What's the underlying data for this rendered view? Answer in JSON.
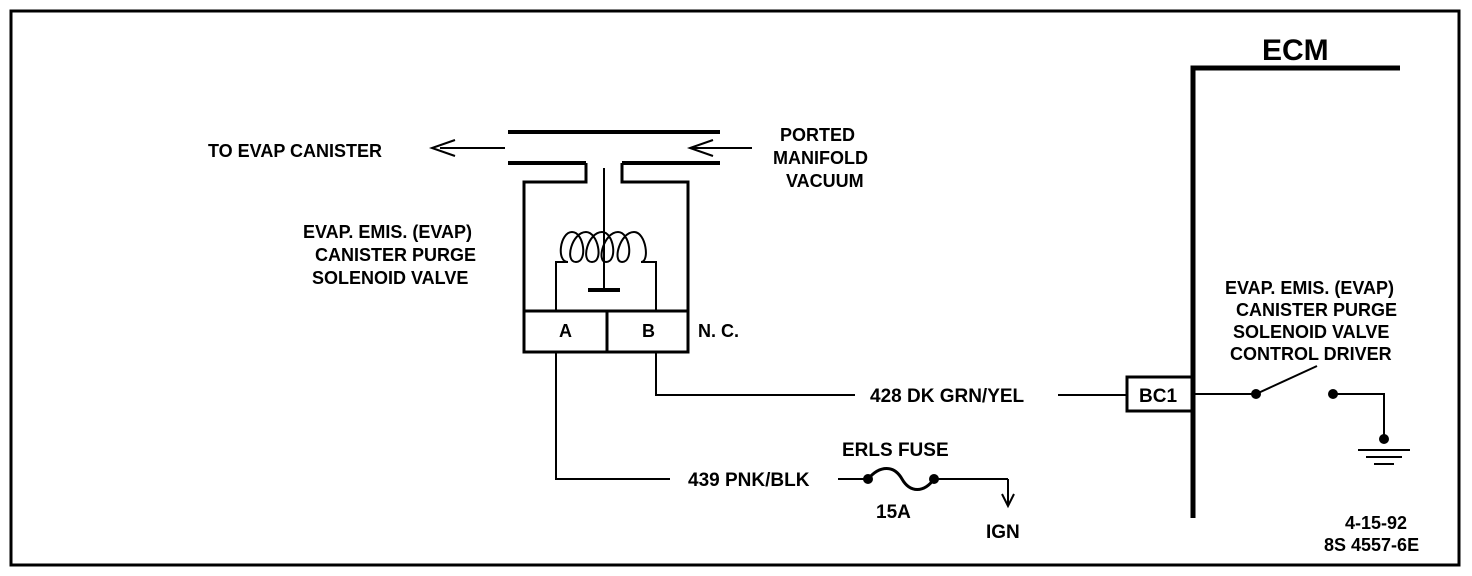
{
  "diagram": {
    "ecm_title": "ECM",
    "to_evap_canister": "TO EVAP CANISTER",
    "ported_vacuum": [
      "PORTED",
      "MANIFOLD",
      "VACUUM"
    ],
    "solenoid_label": [
      "EVAP. EMIS. (EVAP)",
      "CANISTER PURGE",
      "SOLENOID VALVE"
    ],
    "terminal_a": "A",
    "terminal_b": "B",
    "nc_label": "N. C.",
    "wire_428": "428  DK GRN/YEL",
    "connector_bc1": "BC1",
    "driver_label": [
      "EVAP. EMIS. (EVAP)",
      "CANISTER PURGE",
      "SOLENOID VALVE",
      "CONTROL DRIVER"
    ],
    "wire_439": "439  PNK/BLK",
    "fuse_label": "ERLS FUSE",
    "fuse_rating": "15A",
    "ign_label": "IGN",
    "date_code": "4-15-92",
    "figure_code": "8S 4557-6E"
  },
  "colors": {
    "ink": "#000000",
    "background": "#ffffff"
  }
}
